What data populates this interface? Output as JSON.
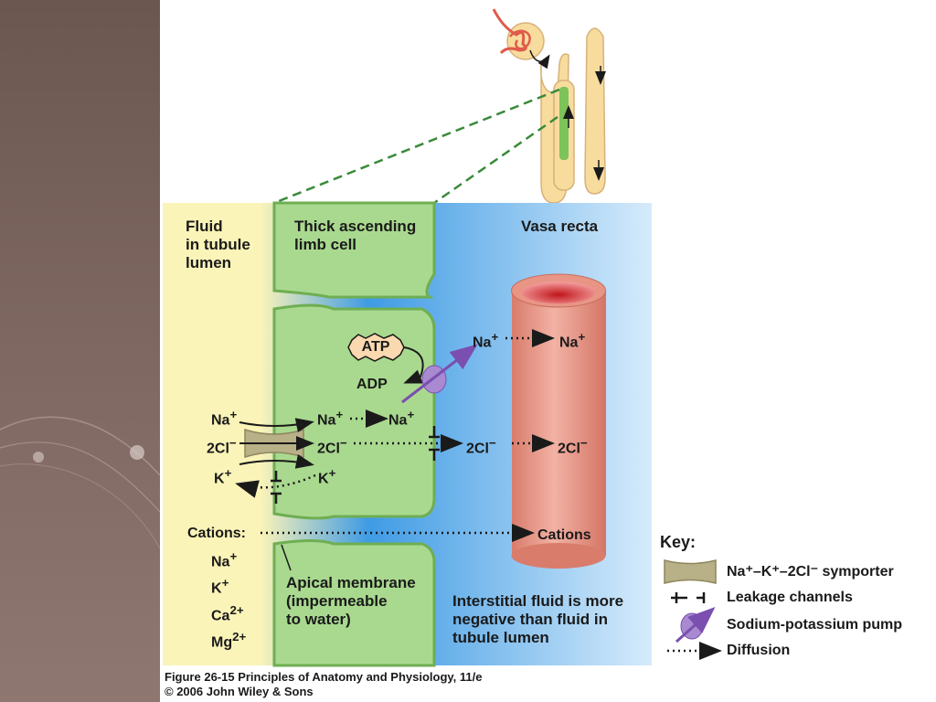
{
  "labels": {
    "fluid_lumen": [
      "Fluid",
      "in tubule",
      "lumen"
    ],
    "thick_limb": [
      "Thick ascending",
      "limb cell"
    ],
    "vasa_recta": "Vasa recta",
    "apical_membrane": [
      "Apical membrane",
      "(impermeable",
      "to water)"
    ],
    "interstitial": [
      "Interstitial fluid is more",
      "negative than fluid in",
      "tubule lumen"
    ]
  },
  "ions": {
    "atp": "ATP",
    "adp": "ADP",
    "na_left": "Na",
    "cl_left": "2Cl",
    "k_left": "K",
    "na_cell": "Na",
    "na_cell2": "Na",
    "cl_cell": "2Cl",
    "k_cell": "K",
    "na_blood1": "Na",
    "na_blood2": "Na",
    "cl_blood1": "2Cl",
    "cl_blood2": "2Cl",
    "cations_left": "Cations:",
    "cations_right": "Cations",
    "cation_list": [
      "Na",
      "K",
      "Ca",
      "Mg"
    ],
    "cation_charges": [
      "+",
      "+",
      "2+",
      "2+"
    ],
    "plus": "+",
    "minus": "−"
  },
  "key": {
    "title": "Key:",
    "symporter": "Na⁺–K⁺–2Cl⁻  symporter",
    "leakage": "Leakage channels",
    "pump": "Sodium-potassium pump",
    "diffusion": "Diffusion"
  },
  "caption": {
    "line1": "Figure 26-15  Principles of Anatomy and Physiology, 11/e",
    "line2": "© 2006 John Wiley & Sons"
  },
  "colors": {
    "lumen": "#fbf4b8",
    "cell": "#a9d98f",
    "cell_border": "#6fae52",
    "interstitial": "#4aa3e6",
    "vessel": "#e89585",
    "symporter": "#b8b087",
    "pump": "#a98ad0",
    "arrow": "#7a4fb0"
  }
}
